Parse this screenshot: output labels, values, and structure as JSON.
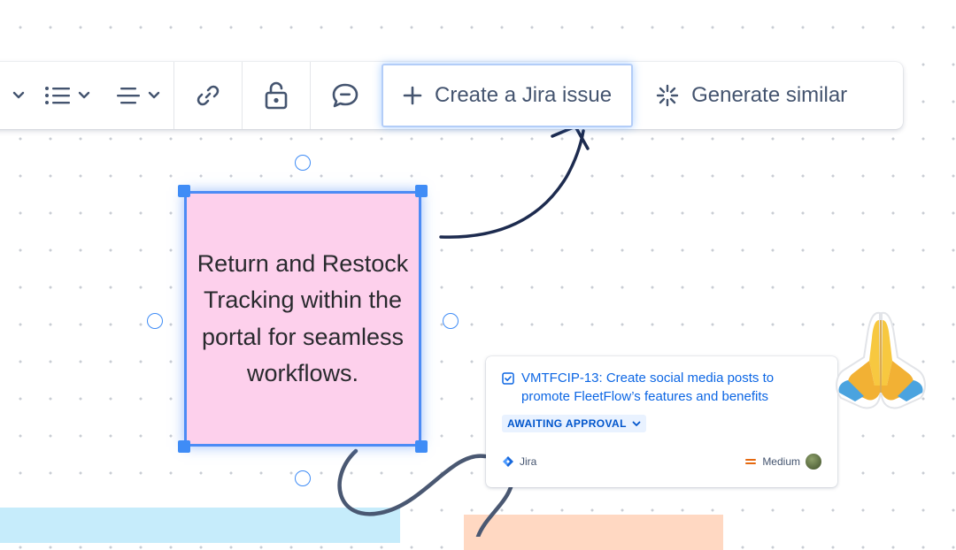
{
  "toolbar": {
    "create_jira_label": "Create a Jira issue",
    "generate_similar_label": "Generate similar",
    "icons": [
      "chevron-down-icon",
      "bullet-list-icon",
      "text-align-icon",
      "link-icon",
      "unlock-icon",
      "comment-icon",
      "plus-icon",
      "sparkle-icon"
    ]
  },
  "sticky_note": {
    "text": "Return and Restock Tracking within the portal for seamless workflows.",
    "color": "#fdd0ec",
    "border_color": "#4c8bf5"
  },
  "jira_card": {
    "title": "VMTFCIP-13: Create social media posts to promote FleetFlow’s features and benefits",
    "status": "AWAITING APPROVAL",
    "source": "Jira",
    "priority": "Medium",
    "link_color": "#0c66e4",
    "status_bg": "#e9f2ff"
  },
  "colors": {
    "selection": "#3f8cf6",
    "connector": "#4a5872",
    "arrow": "#1d2b4f",
    "blue_note": "#c6ecfb",
    "orange_note": "#ffd8c2"
  }
}
